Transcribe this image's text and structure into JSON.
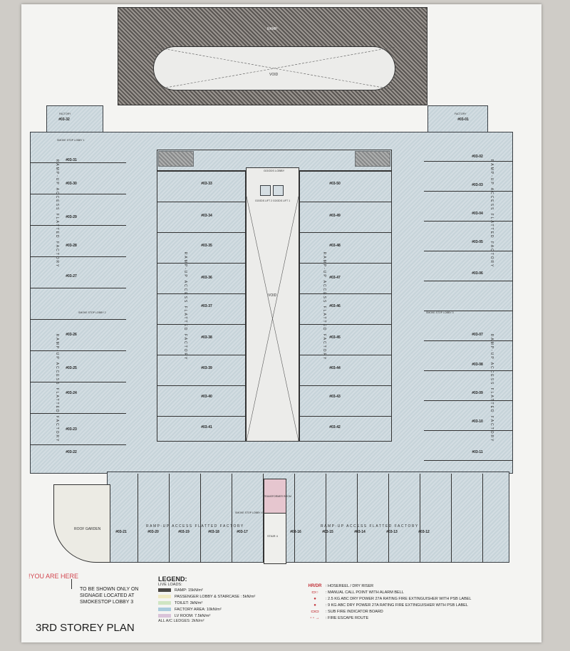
{
  "plan": {
    "title": "3RD STOREY PLAN",
    "you_are_here": "!YOU ARE HERE",
    "signage_note": [
      "TO BE SHOWN ONLY ON",
      "SIGNAGE LOCATED AT",
      "SMOKESTOP LOBBY 3"
    ],
    "labels": {
      "ramp": "RAMP",
      "void_top": "VOID",
      "void_center": "VOID",
      "goods_lobby": "GOODS LOBBY",
      "goods_lift_2": "GOODS LIFT 2",
      "goods_lift_1": "GOODS LIFT 1",
      "roof_garden": "ROOF GARDEN",
      "stair_4": "STAIR 4",
      "transformer_room": "TRANSFORMER ROOM",
      "smoke_stop_1": "SMOKE STOP LOBBY 1",
      "smoke_stop_2": "SMOKE STOP LOBBY 2",
      "smoke_stop_3": "SMOKE STOP LOBBY 3",
      "smoke_stop_4": "SMOKE STOP LOBBY 4",
      "factory": "FACTORY",
      "ramp_up": "RAMP-UP ACCESS FLATTED FACTORY"
    },
    "units": [
      "#03-01",
      "#03-02",
      "#03-03",
      "#03-04",
      "#03-05",
      "#03-06",
      "#03-07",
      "#03-08",
      "#03-09",
      "#03-10",
      "#03-11",
      "#03-12",
      "#03-13",
      "#03-14",
      "#03-15",
      "#03-16",
      "#03-17",
      "#03-18",
      "#03-19",
      "#03-20",
      "#03-21",
      "#03-22",
      "#03-23",
      "#03-24",
      "#03-25",
      "#03-26",
      "#03-27",
      "#03-28",
      "#03-29",
      "#03-30",
      "#03-31",
      "#03-32",
      "#03-33",
      "#03-34",
      "#03-35",
      "#03-36",
      "#03-37",
      "#03-38",
      "#03-39",
      "#03-40",
      "#03-41",
      "#03-42",
      "#03-43",
      "#03-44",
      "#03-45",
      "#03-46",
      "#03-47",
      "#03-48",
      "#03-49",
      "#03-50"
    ]
  },
  "legend": {
    "title": "LEGEND:",
    "subtitle": "LIVE LOADS:",
    "items": [
      {
        "label": "RAMP: 15kN/m²",
        "color": "#4a4744"
      },
      {
        "label": "PASSENGER LOBBY & STAIRCASE : 5kN/m²",
        "color": "#efe9c2"
      },
      {
        "label": "TOILET: 3kN/m²",
        "color": "#cfe5c2"
      },
      {
        "label": "FACTORY AREA: 10kN/m²",
        "color": "#a9cbdc"
      },
      {
        "label": "LV ROOM: 7.5kN/m²",
        "color": "#d9c3d9"
      }
    ],
    "footer": "ALL A/C LEDGES: 2kN/m²",
    "symbols": [
      {
        "sym": "HR/DR",
        "label": ": HOSEREEL / DRY RISER"
      },
      {
        "sym": "▭○",
        "label": ": MANUAL CALL POINT WITH ALARM BELL"
      },
      {
        "sym": "●",
        "label": ": 2.5 KG ABC DRY POWER 27A RATING FIRE EXTINGUISHER WITH PSB LABEL"
      },
      {
        "sym": "●",
        "label": ": 9 KG ABC DRY POWER 27A RATING FIRE EXTINGUISHER WITH PSB LABEL"
      },
      {
        "sym": "▭▭",
        "label": ": SUB FIRE INDICATOR BOARD"
      },
      {
        "sym": "- - →",
        "label": ": FIRE ESCAPE ROUTE"
      }
    ]
  }
}
